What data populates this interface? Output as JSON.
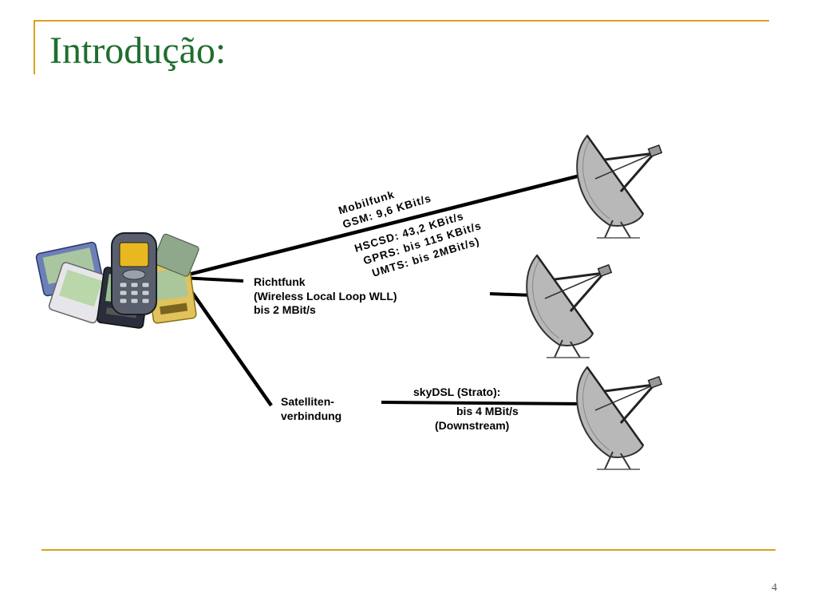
{
  "slide": {
    "title": "Introdução:",
    "page_number": "4"
  },
  "colors": {
    "title": "#1f6e2e",
    "rules": "#d9a21b"
  },
  "diagram": {
    "mobile_labels": [
      "Mobilfunk",
      "GSM: 9,6 KBit/s",
      "HSCSD: 43,2 KBit/s",
      "GPRS: bis  115 KBit/s",
      "UMTS: bis  2MBit/s)"
    ],
    "directional_labels": [
      "Richtfunk",
      "(Wireless Local Loop WLL)",
      "bis 2 MBit/s"
    ],
    "satellite_left_labels": [
      "Satelliten-",
      "verbindung"
    ],
    "satellite_right_labels": [
      "skyDSL (Strato):",
      "bis 4 MBit/s",
      "(Downstream)"
    ],
    "icons": [
      "handheld-devices-icon",
      "mobile-phone-icon",
      "satellite-dish-icon"
    ]
  }
}
